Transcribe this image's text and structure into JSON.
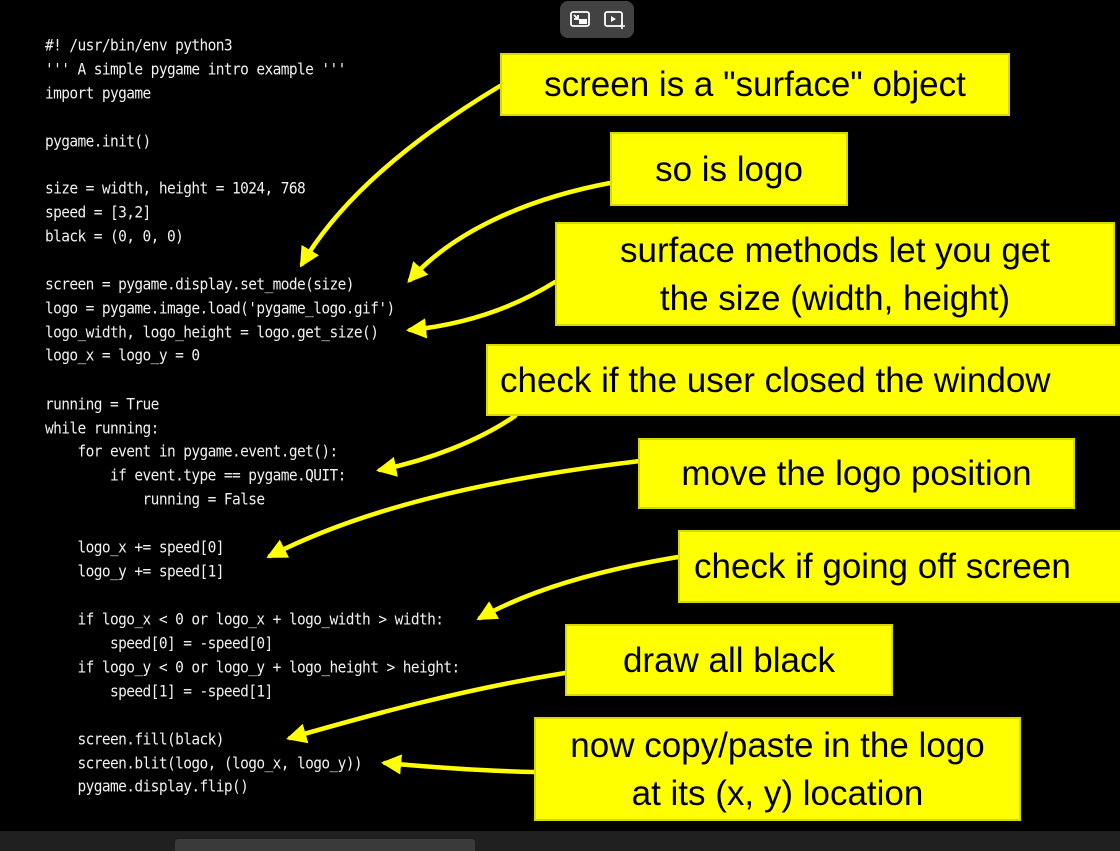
{
  "code_lines": [
    "#! /usr/bin/env python3",
    "''' A simple pygame intro example '''",
    "import pygame",
    "",
    "pygame.init()",
    "",
    "size = width, height = 1024, 768",
    "speed = [3,2]",
    "black = (0, 0, 0)",
    "",
    "screen = pygame.display.set_mode(size)",
    "logo = pygame.image.load('pygame_logo.gif')",
    "logo_width, logo_height = logo.get_size()",
    "logo_x = logo_y = 0",
    "",
    "running = True",
    "while running:",
    "    for event in pygame.event.get():",
    "        if event.type == pygame.QUIT:",
    "            running = False",
    "",
    "    logo_x += speed[0]",
    "    logo_y += speed[1]",
    "",
    "    if logo_x < 0 or logo_x + logo_width > width:",
    "        speed[0] = -speed[0]",
    "    if logo_y < 0 or logo_y + logo_height > height:",
    "        speed[1] = -speed[1]",
    "",
    "    screen.fill(black)",
    "    screen.blit(logo, (logo_x, logo_y))",
    "    pygame.display.flip()"
  ],
  "callouts": {
    "surface": "screen is a \"surface\" object",
    "logo": "so is logo",
    "methods_line1": "surface methods let you get",
    "methods_line2": "the size (width, height)",
    "closed": "check if the user closed the window",
    "move": "move the logo position",
    "offscreen": "check if going off screen",
    "draw": "draw all black",
    "copy_line1": "now copy/paste in the logo",
    "copy_line2": "at its (x, y) location"
  },
  "controls": {
    "exit_pip_icon": "exit-picture-in-picture-icon",
    "video_icon": "video-sparkle-icon"
  },
  "colors": {
    "callout_bg": "#ffff00",
    "arrow": "#ffff00",
    "code_text": "#f2f2f2",
    "background": "#000000"
  }
}
